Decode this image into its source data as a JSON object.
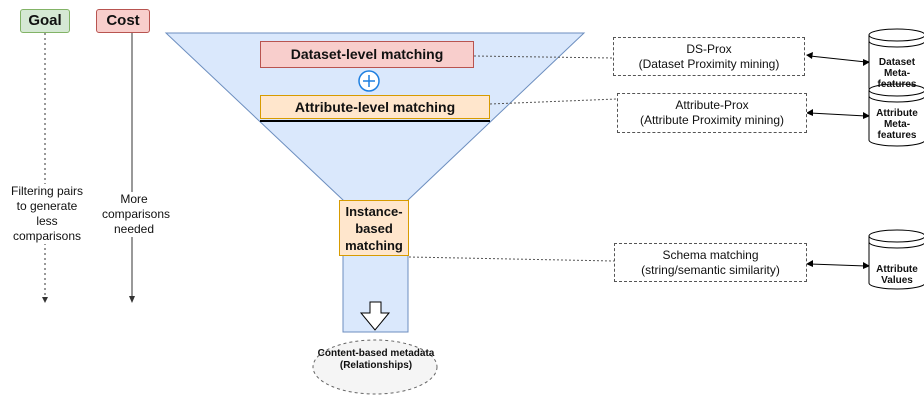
{
  "goal": {
    "label": "Goal",
    "description": "Filtering pairs to generate less comparisons"
  },
  "cost": {
    "label": "Cost",
    "description": "More comparisons needed"
  },
  "funnel": {
    "dataset_level": "Dataset-level matching",
    "combine_symbol": "+",
    "attribute_level": "Attribute-level matching",
    "instance_based": "Instance-based matching",
    "output": "Content-based metadata (Relationships)"
  },
  "methods": [
    {
      "title": "DS-Prox",
      "subtitle": "(Dataset Proximity mining)"
    },
    {
      "title": "Attribute-Prox",
      "subtitle": "(Attribute Proximity mining)"
    },
    {
      "title": "Schema matching",
      "subtitle": "(string/semantic similarity)"
    }
  ],
  "stores": [
    {
      "label": "Dataset Meta-features"
    },
    {
      "label": "Attribute Meta-features"
    },
    {
      "label": "Attribute Values"
    }
  ],
  "colors": {
    "funnel_fill": "#dae8fc",
    "funnel_stroke": "#6c8ebf",
    "goal_fill": "#d5e8d4",
    "cost_fill": "#f8cecc",
    "orange_fill": "#ffe6cc",
    "plus_color": "#1e7fe0"
  }
}
